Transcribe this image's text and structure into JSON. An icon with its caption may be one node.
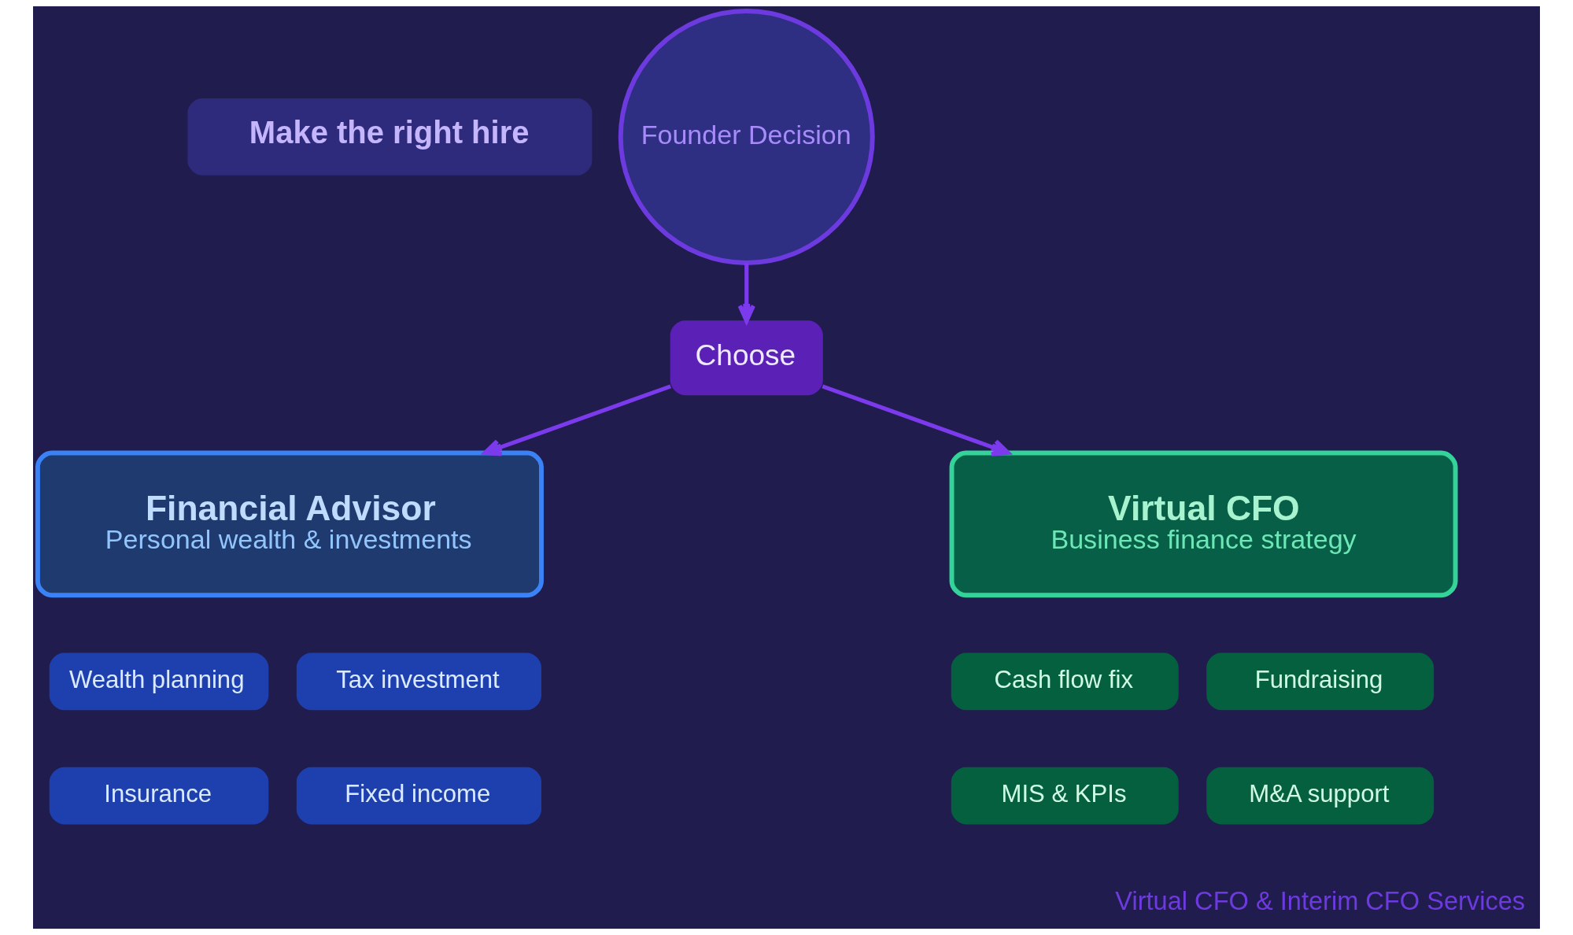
{
  "diagram": {
    "nodes": [
      {
        "text": [
          "Make the right hire"
        ]
      },
      {
        "text": [
          "Founder Decision"
        ]
      },
      {
        "text": [
          "Choose"
        ]
      },
      {
        "text": [
          "Financial Advisor",
          "Personal wealth & investments"
        ]
      },
      {
        "text": [
          "Virtual CFO",
          "Business finance strategy"
        ]
      },
      {
        "text": [
          "Wealth planning"
        ]
      },
      {
        "text": [
          "Tax investment"
        ]
      },
      {
        "text": [
          "Insurance"
        ]
      },
      {
        "text": [
          "Fixed income"
        ]
      },
      {
        "text": [
          "Cash flow fix"
        ]
      },
      {
        "text": [
          "Fundraising"
        ]
      },
      {
        "text": [
          "MIS & KPIs"
        ]
      },
      {
        "text": [
          "M&A support"
        ]
      }
    ],
    "edges": [
      {
        "from": 1,
        "to": 2,
        "arrow": "to"
      },
      {
        "from": 2,
        "to": 3,
        "arrow": "to"
      },
      {
        "from": 2,
        "to": 4,
        "arrow": "to"
      }
    ],
    "labels": [
      "Virtual CFO & Interim CFO Services"
    ]
  }
}
